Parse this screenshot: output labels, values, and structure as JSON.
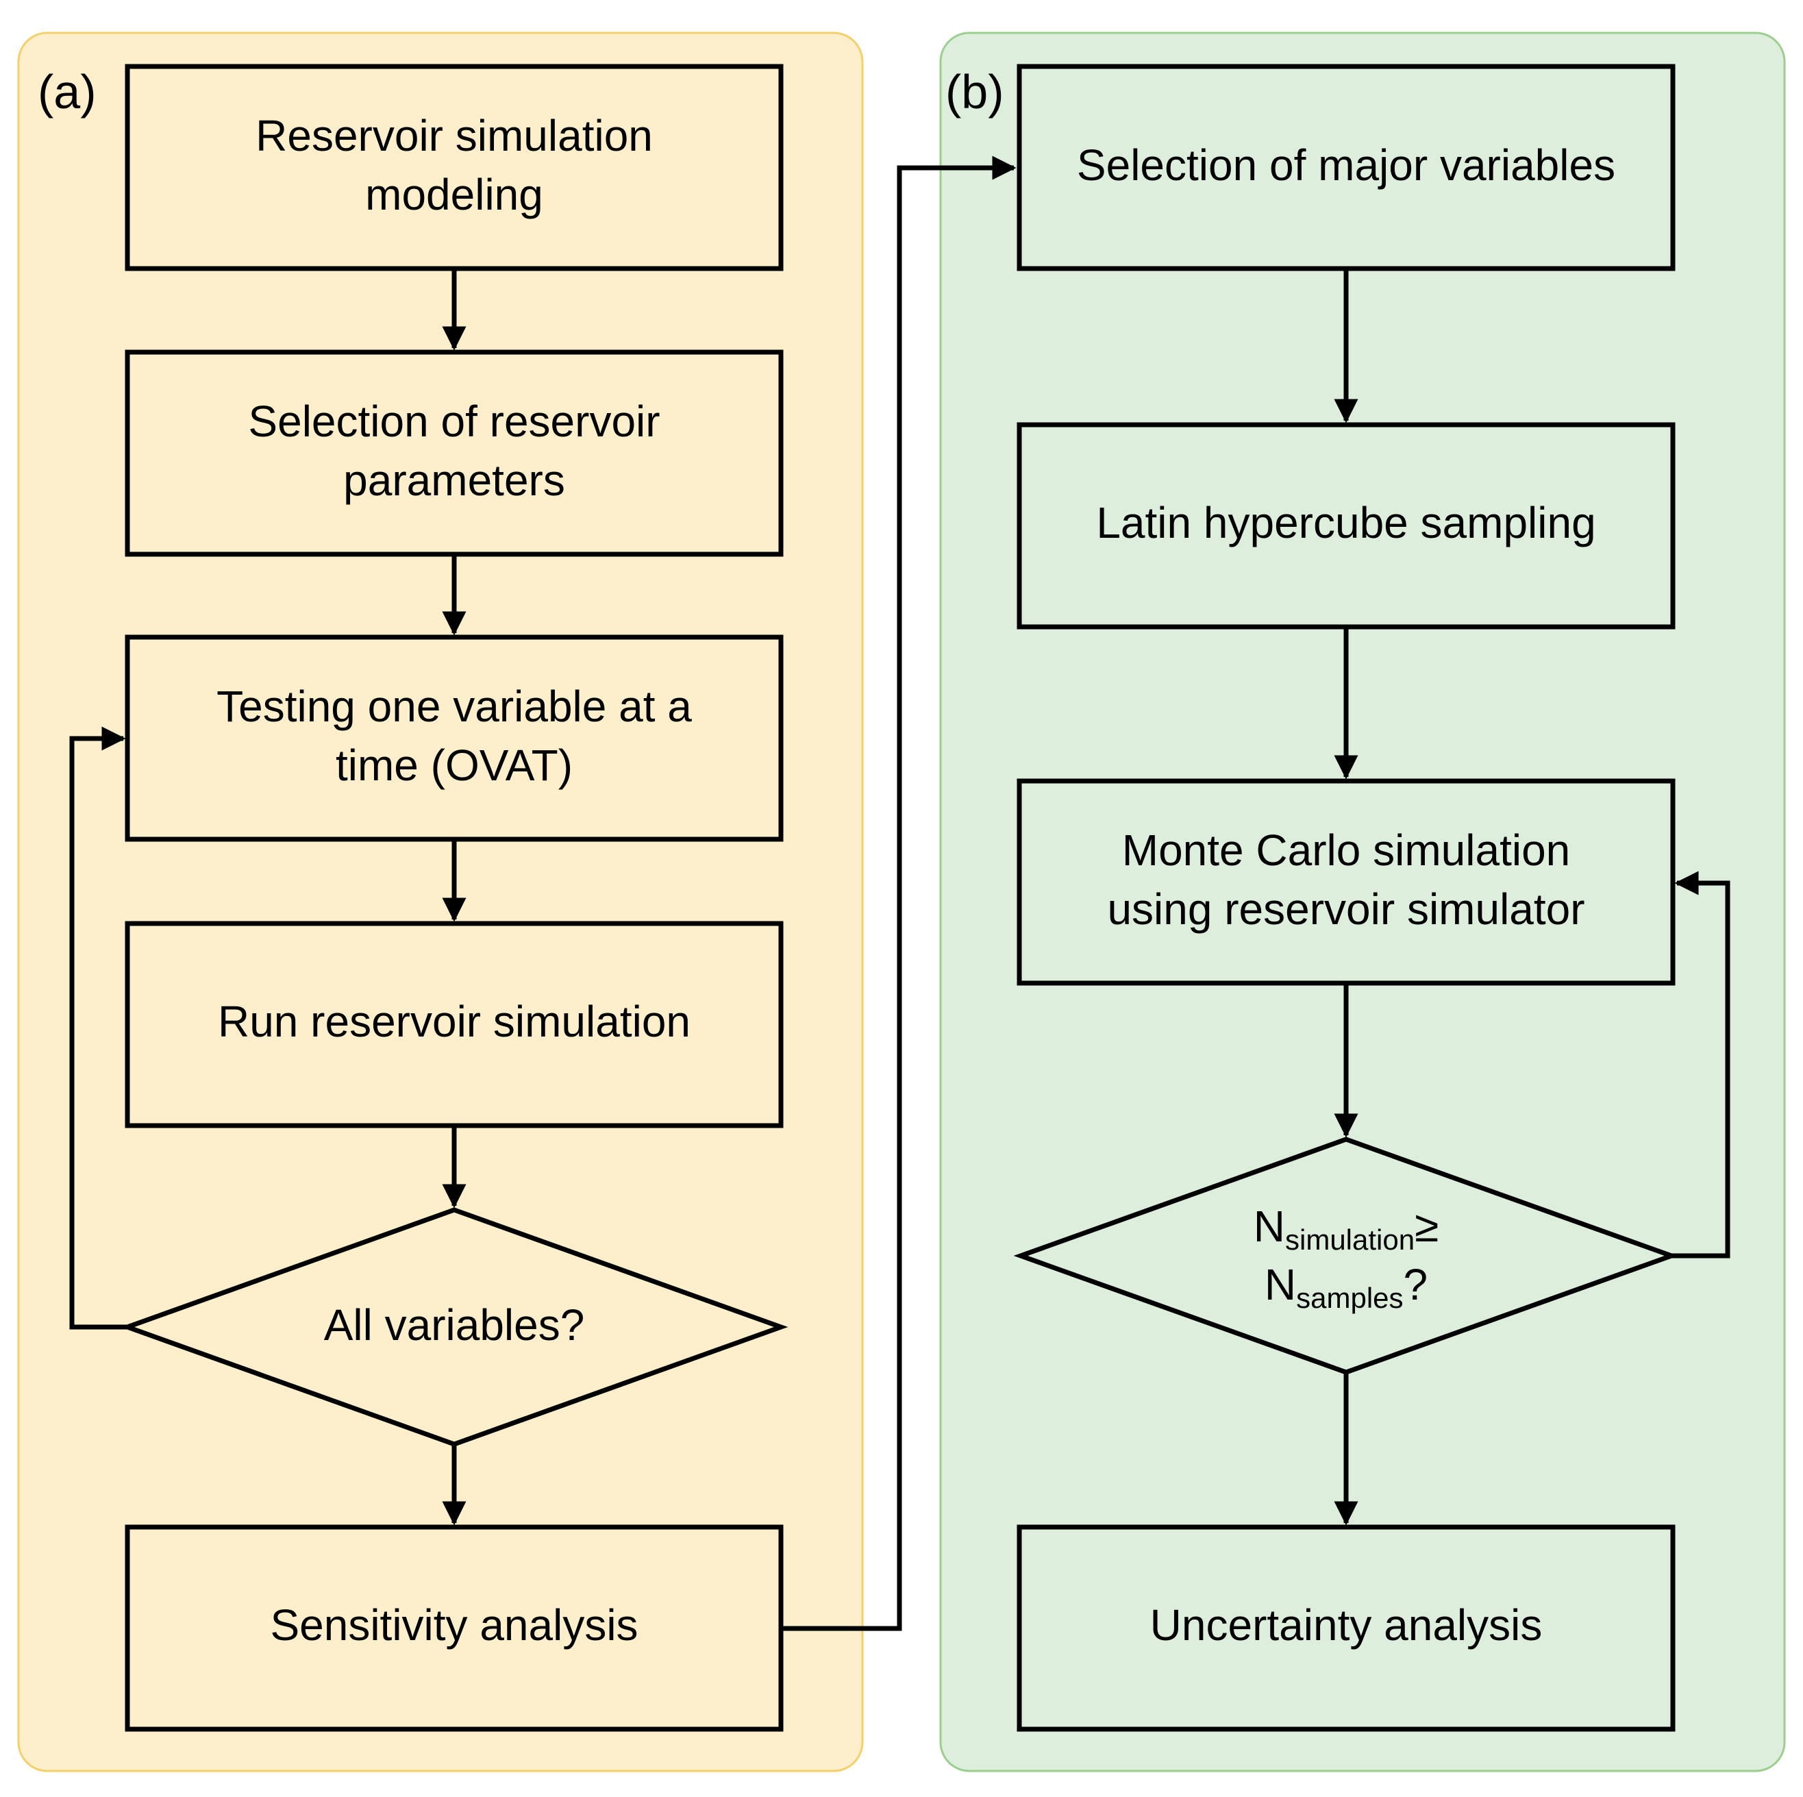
{
  "colors": {
    "panel_a_fill": "#fdefcc",
    "panel_a_border": "#f5cf6a",
    "panel_b_fill": "#ddeedd",
    "panel_b_border": "#9ccf8f",
    "box_stroke": "#000000",
    "arrow": "#000000"
  },
  "panel_a": {
    "label": "(a)",
    "steps": {
      "reservoir_modeling": [
        "Reservoir simulation",
        "modeling"
      ],
      "select_parameters": [
        "Selection of reservoir",
        "parameters"
      ],
      "ovat": [
        "Testing one variable at a",
        "time (OVAT)"
      ],
      "run_simulation": "Run reservoir simulation",
      "decision_all_variables": "All variables?",
      "sensitivity": "Sensitivity analysis"
    }
  },
  "panel_b": {
    "label": "(b)",
    "steps": {
      "select_major": "Selection of major variables",
      "lhs": "Latin hypercube sampling",
      "monte_carlo": [
        "Monte Carlo simulation",
        "using reservoir simulator"
      ],
      "decision": {
        "line1_main": "N",
        "line1_sub": "simulation",
        "line1_suffix": "≥",
        "line2_main": "N",
        "line2_sub": "samples",
        "line2_suffix": "?"
      },
      "uncertainty": "Uncertainty analysis"
    }
  }
}
